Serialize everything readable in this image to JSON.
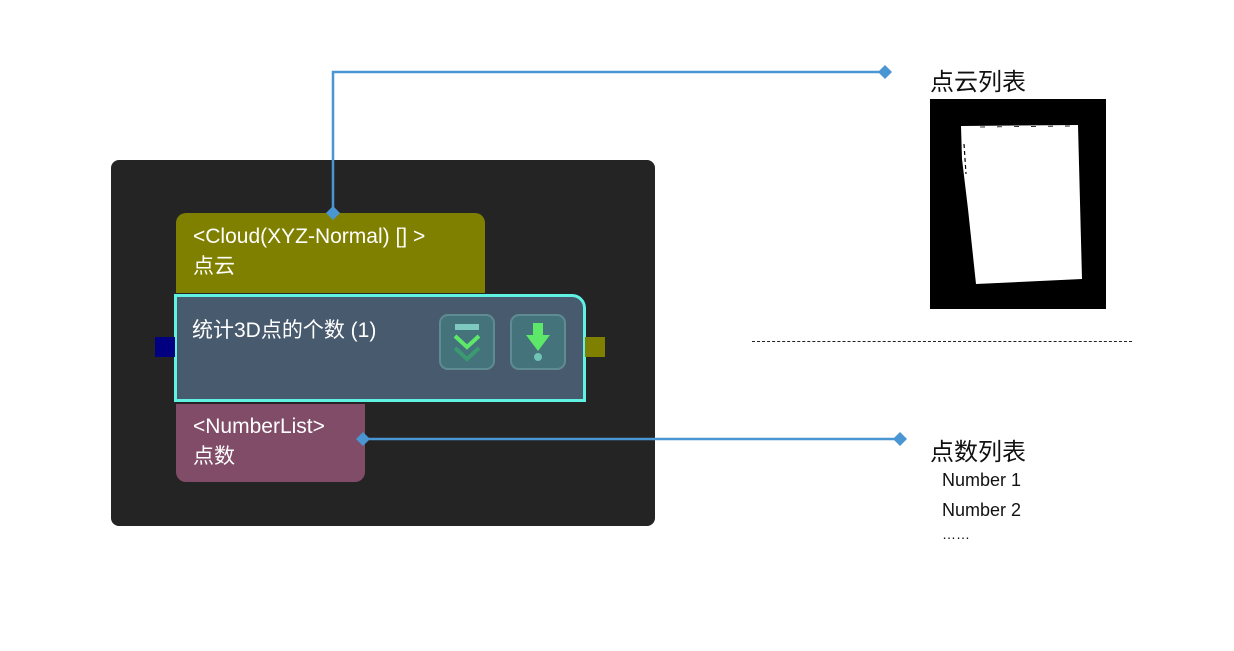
{
  "node": {
    "input_port": {
      "type_label": "<Cloud(XYZ-Normal) [] >",
      "name": "点云",
      "color": "#808000"
    },
    "step": {
      "title": "统计3D点的个数 (1)",
      "border_color": "#5ff2e2",
      "buttons": [
        {
          "icon": "collapse-chevrons-icon",
          "label": "collapse"
        },
        {
          "icon": "debug-download-icon",
          "label": "debug-output"
        }
      ]
    },
    "output_port": {
      "type_label": "<NumberList>",
      "name": "点数",
      "color": "#804c68"
    },
    "left_port_color": "#000080",
    "right_port_color": "#808000"
  },
  "annotations": {
    "pointcloud": {
      "title": "点云列表"
    },
    "numberlist": {
      "title": "点数列表",
      "items": [
        "Number 1",
        "Number 2",
        "……"
      ]
    }
  },
  "connector_color": "#4a96d2"
}
